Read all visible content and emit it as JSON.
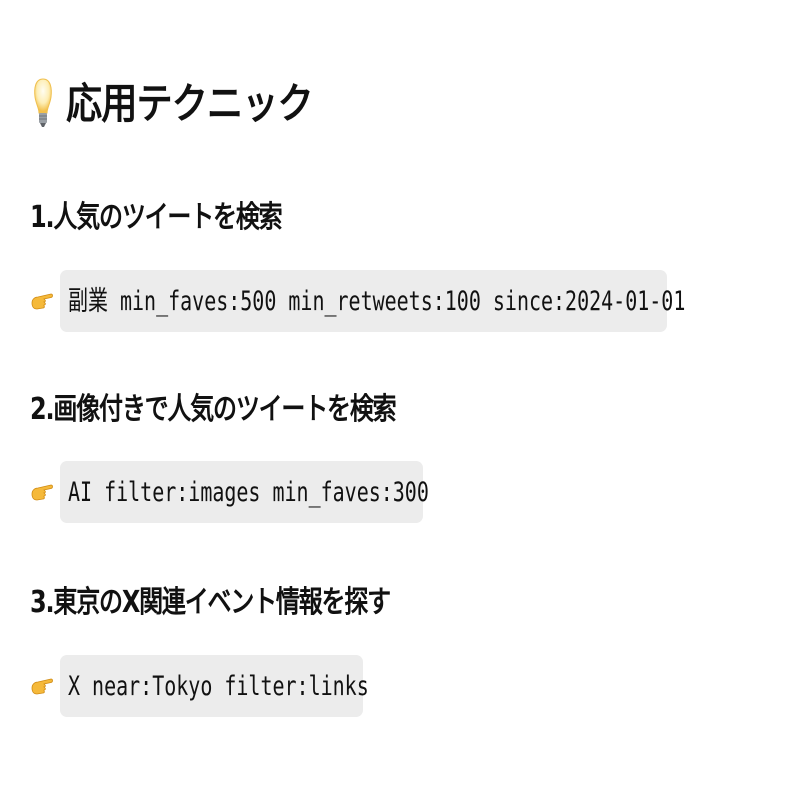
{
  "title": {
    "icon": "lightbulb-icon",
    "text": "応用テクニック"
  },
  "sections": [
    {
      "heading": "1.人気のツイートを検索",
      "pointer_icon": "pointing-hand-icon",
      "query": "副業 min_faves:500 min_retweets:100 since:2024-01-01"
    },
    {
      "heading": "2.画像付きで人気のツイートを検索",
      "pointer_icon": "pointing-hand-icon",
      "query": "AI filter:images min_faves:300"
    },
    {
      "heading": "3.東京のX関連イベント情報を探す",
      "pointer_icon": "pointing-hand-icon",
      "query": "X near:Tokyo filter:links"
    }
  ],
  "colors": {
    "background": "#ffffff",
    "text": "#111111",
    "code_background": "#ececec",
    "emoji_hand": "#f5b93a",
    "emoji_bulb": "#fde9a6"
  }
}
